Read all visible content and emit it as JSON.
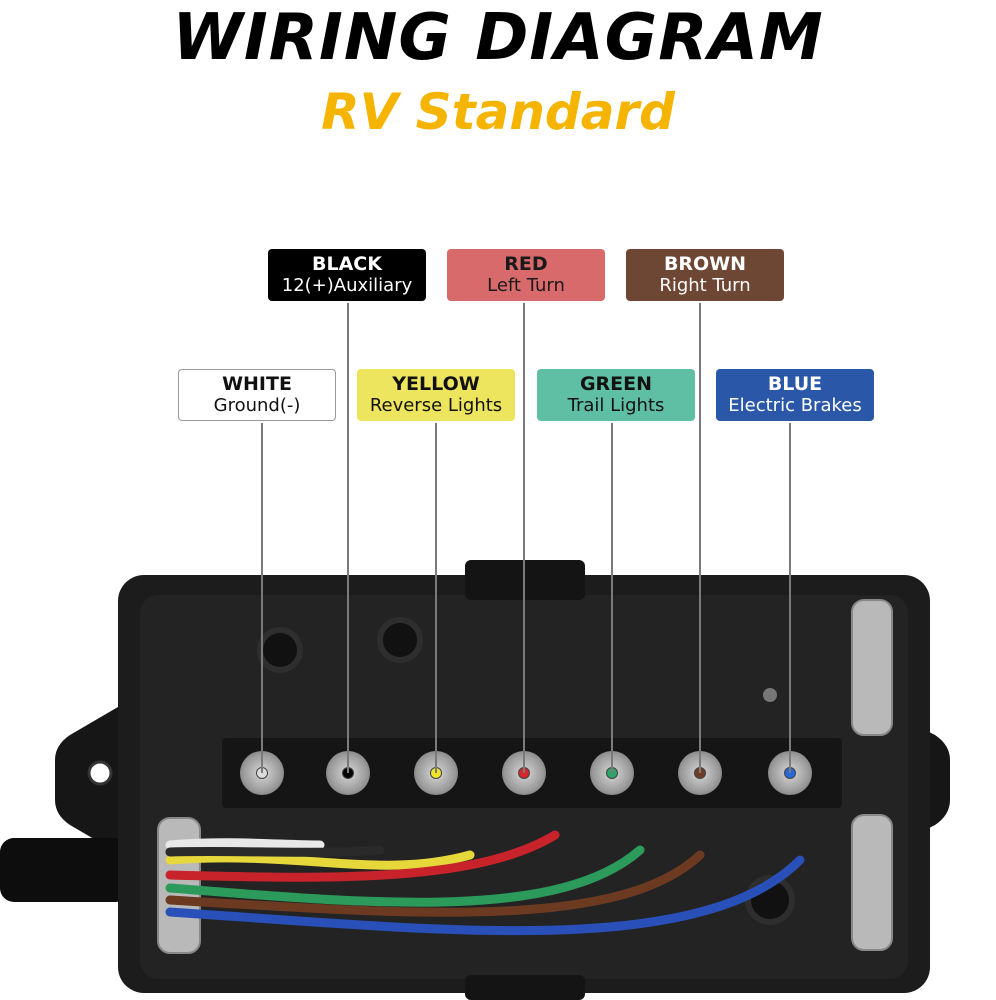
{
  "header": {
    "title": "WIRING DIAGRAM",
    "subtitle": "RV Standard",
    "subtitle_color": "#f5b400"
  },
  "wires": [
    {
      "name": "WHITE",
      "function": "Ground(-)",
      "bg": "#ffffff",
      "fg": "#111111",
      "dot": "#dcdcdc"
    },
    {
      "name": "BLACK",
      "function": "12(+)Auxiliary",
      "bg": "#000000",
      "fg": "#ffffff",
      "dot": "#000000"
    },
    {
      "name": "YELLOW",
      "function": "Reverse Lights",
      "bg": "#eee55e",
      "fg": "#111111",
      "dot": "#f1e52a"
    },
    {
      "name": "RED",
      "function": "Left Turn",
      "bg": "#d86a6c",
      "fg": "#1a1a1a",
      "dot": "#d7262b"
    },
    {
      "name": "GREEN",
      "function": "Trail Lights",
      "bg": "#5fbfa4",
      "fg": "#111111",
      "dot": "#2fa36a"
    },
    {
      "name": "BROWN",
      "function": "Right Turn",
      "bg": "#6e4634",
      "fg": "#ffffff",
      "dot": "#6e3d23"
    },
    {
      "name": "BLUE",
      "function": "Electric Brakes",
      "bg": "#2a57a8",
      "fg": "#ffffff",
      "dot": "#2767d6"
    }
  ]
}
